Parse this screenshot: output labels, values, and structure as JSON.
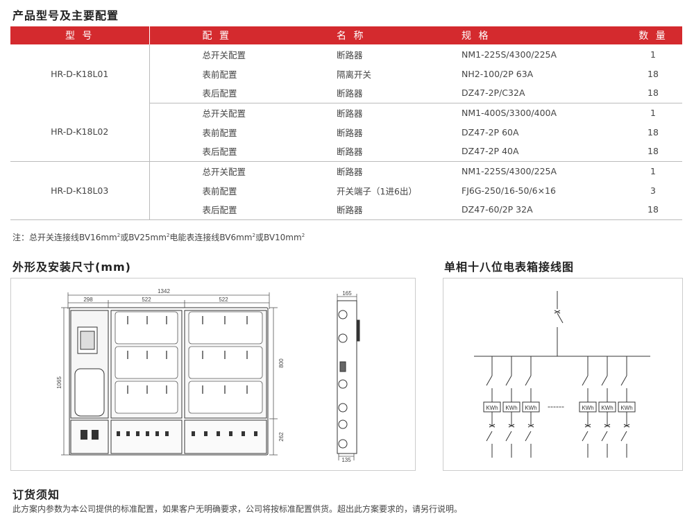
{
  "section1_title": "产品型号及主要配置",
  "table": {
    "headers": [
      "型 号",
      "配 置",
      "名 称",
      "规 格",
      "数 量"
    ],
    "groups": [
      {
        "model": "HR-D-K18L01",
        "rows": [
          {
            "conf": "总开关配置",
            "name": "断路器",
            "spec": "NM1-225S/4300/225A",
            "qty": "1"
          },
          {
            "conf": "表前配置",
            "name": "隔离开关",
            "spec": "NH2-100/2P 63A",
            "qty": "18"
          },
          {
            "conf": "表后配置",
            "name": "断路器",
            "spec": "DZ47-2P/C32A",
            "qty": "18"
          }
        ]
      },
      {
        "model": "HR-D-K18L02",
        "rows": [
          {
            "conf": "总开关配置",
            "name": "断路器",
            "spec": "NM1-400S/3300/400A",
            "qty": "1"
          },
          {
            "conf": "表前配置",
            "name": "断路器",
            "spec": "DZ47-2P 60A",
            "qty": "18"
          },
          {
            "conf": "表后配置",
            "name": "断路器",
            "spec": "DZ47-2P 40A",
            "qty": "18"
          }
        ]
      },
      {
        "model": "HR-D-K18L03",
        "rows": [
          {
            "conf": "总开关配置",
            "name": "断路器",
            "spec": "NM1-225S/4300/225A",
            "qty": "1"
          },
          {
            "conf": "表前配置",
            "name": "开关端子（1进6出）",
            "spec": "FJ6G-250/16-50/6×16",
            "qty": "3"
          },
          {
            "conf": "表后配置",
            "name": "断路器",
            "spec": "DZ47-60/2P 32A",
            "qty": "18"
          }
        ]
      }
    ]
  },
  "note": {
    "prefix": "注：总开关连接线BV16mm",
    "p2": "或BV25mm",
    "p3": "电能表连接线BV6mm",
    "p4": "或BV10mm",
    "sup": "2"
  },
  "section2_title": "外形及安装尺寸(mm)",
  "section3_title": "单相十八位电表箱接线图",
  "dimensions": {
    "total_width": "1342",
    "left_width": "298",
    "mid_width": "522",
    "right_width": "522",
    "total_height": "1065",
    "upper_height": "800",
    "lower_height": "262",
    "depth_top": "165",
    "depth_bottom": "135"
  },
  "wiring": {
    "meter_label": "KWh",
    "dashes": "------"
  },
  "section4_title": "订货须知",
  "footer_text": "此方案内参数为本公司提供的标准配置，如果客户无明确要求，公司将按标准配置供货。超出此方案要求的，请另行说明。",
  "colors": {
    "accent": "#d42a2e"
  }
}
